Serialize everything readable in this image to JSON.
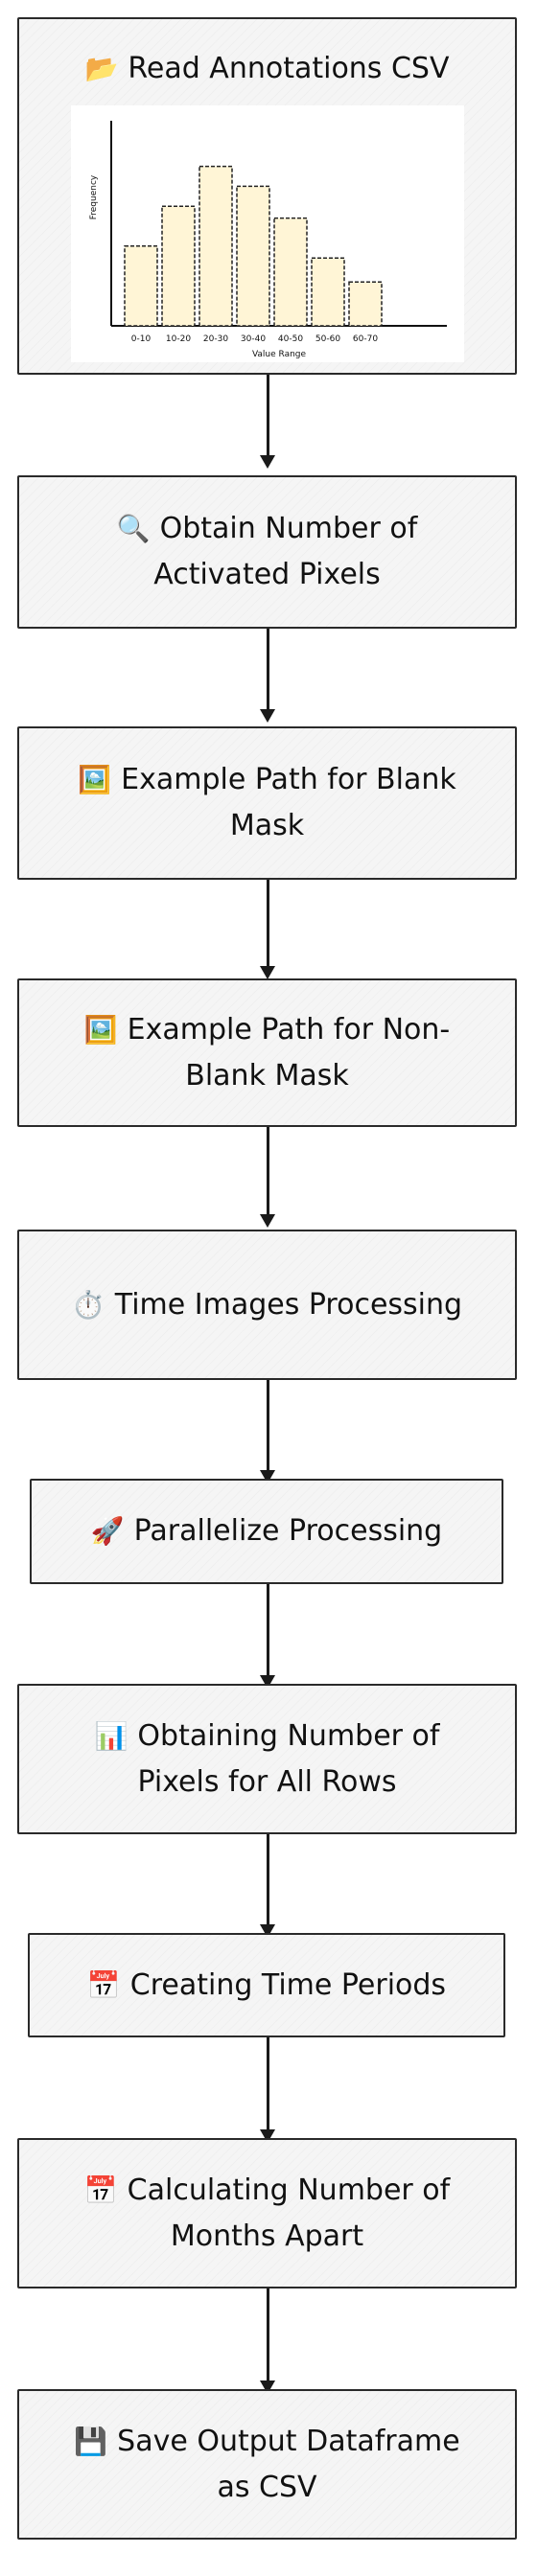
{
  "nodes": [
    {
      "icon": "📂",
      "icon_name": "folder-icon",
      "label": "Read Annotations CSV"
    },
    {
      "icon": "🔍",
      "icon_name": "magnifier-icon",
      "label": "Obtain Number of Activated Pixels"
    },
    {
      "icon": "🖼️",
      "icon_name": "picture-icon",
      "label": "Example Path for Blank Mask"
    },
    {
      "icon": "🖼️",
      "icon_name": "picture-icon",
      "label": "Example Path for Non-Blank Mask"
    },
    {
      "icon": "⏱️",
      "icon_name": "stopwatch-icon",
      "label": "Time Images Processing"
    },
    {
      "icon": "🚀",
      "icon_name": "rocket-icon",
      "label": "Parallelize Processing"
    },
    {
      "icon": "📊",
      "icon_name": "bar-chart-icon",
      "label": "Obtaining Number of Pixels for All Rows"
    },
    {
      "icon": "📅",
      "icon_name": "calendar-icon",
      "label": "Creating Time Periods"
    },
    {
      "icon": "📅",
      "icon_name": "calendar-icon",
      "label": "Calculating Number of Months Apart"
    },
    {
      "icon": "💾",
      "icon_name": "floppy-disk-icon",
      "label": "Save Output Dataframe as CSV"
    }
  ],
  "chart_data": {
    "type": "bar",
    "categories": [
      "0-10",
      "10-20",
      "20-30",
      "30-40",
      "40-50",
      "50-60",
      "60-70"
    ],
    "values": [
      2,
      3,
      4,
      3.5,
      2.7,
      1.7,
      1.1
    ],
    "xlabel": "Value Range",
    "ylabel": "Frequency",
    "ylim": [
      0,
      5
    ],
    "grid": false,
    "colors": {
      "bar_fill": "#fff5d6",
      "bar_stroke": "#222222"
    }
  }
}
